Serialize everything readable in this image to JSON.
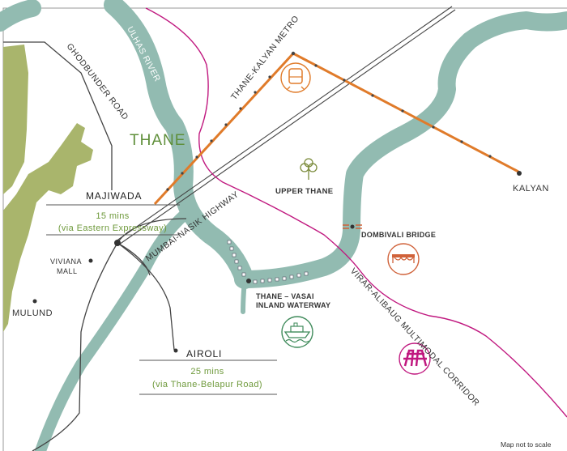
{
  "map": {
    "city": "THANE",
    "river": "ULHAS RIVER",
    "roads": {
      "ghodbunder": "GHODBUNDER ROAD",
      "highway": "MUMBAI-NASIK HIGHWAY",
      "metro": "THANE-KALYAN METRO",
      "corridor": "VIRAR-ALIBAUG MULTIMODAL CORRIDOR"
    },
    "places": {
      "majiwada": "MAJIWADA",
      "majiwada_time": "15 mins",
      "majiwada_route": "(via Eastern Expressway)",
      "viviana_1": "VIVIANA",
      "viviana_2": "MALL",
      "mulund": "MULUND",
      "airoli": "AIROLI",
      "airoli_time": "25 mins",
      "airoli_route": "(via Thane-Belapur Road)",
      "upper_thane": "UPPER THANE",
      "kalyan": "KALYAN",
      "dombivali": "DOMBIVALI BRIDGE",
      "waterway_1": "THANE – VASAI",
      "waterway_2": "INLAND WATERWAY"
    },
    "note": "Map not to scale",
    "icons": [
      "metro-icon",
      "tree-icon",
      "bridge-icon",
      "ship-icon",
      "corridor-icon"
    ],
    "colors": {
      "river": "#92bbb1",
      "land": "#a9b56c",
      "metro": "#e07b2a",
      "corridor": "#c0187f",
      "road": "#444444",
      "thane": "#5f8f3a",
      "time": "#6f9a3c"
    }
  }
}
